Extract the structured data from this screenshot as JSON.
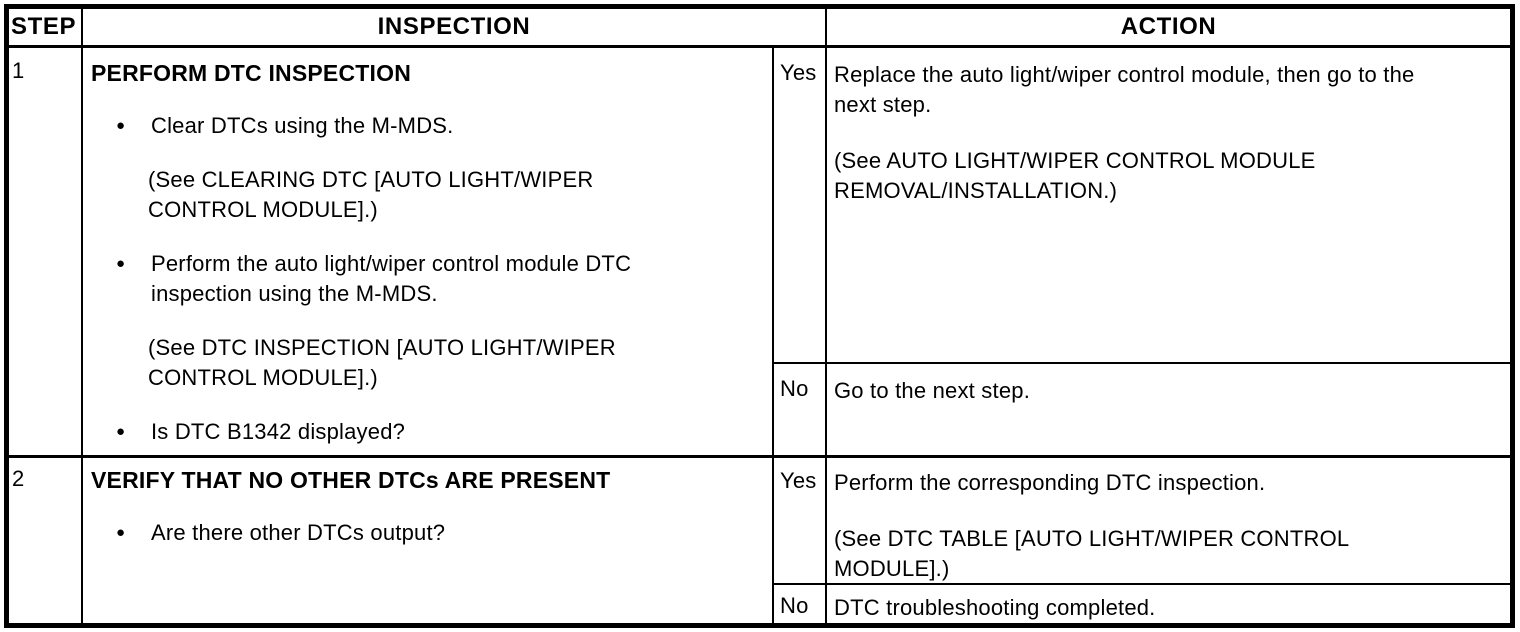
{
  "ui": {
    "bullet": "●"
  },
  "colors": {
    "text": "#000000",
    "background": "#ffffff",
    "border": "#000000"
  },
  "header": {
    "step": "STEP",
    "inspection": "INSPECTION",
    "action": "ACTION"
  },
  "rows": [
    {
      "step": "1",
      "inspection": {
        "title": "PERFORM DTC INSPECTION",
        "items": [
          {
            "type": "bullet",
            "text": "Clear DTCs using the M-MDS."
          },
          {
            "type": "note",
            "text": "(See CLEARING DTC [AUTO LIGHT/WIPER\nCONTROL MODULE].)"
          },
          {
            "type": "bullet",
            "text": "Perform the auto light/wiper control module DTC\ninspection using the M-MDS."
          },
          {
            "type": "note",
            "text": "(See DTC INSPECTION [AUTO LIGHT/WIPER\nCONTROL MODULE].)"
          },
          {
            "type": "bullet",
            "text": "Is DTC B1342 displayed?"
          }
        ]
      },
      "actions": [
        {
          "answer": "Yes",
          "paragraphs": [
            "Replace the auto light/wiper control module, then go to the\nnext step.",
            "(See AUTO LIGHT/WIPER CONTROL MODULE\nREMOVAL/INSTALLATION.)"
          ]
        },
        {
          "answer": "No",
          "paragraphs": [
            "Go to the next step."
          ]
        }
      ]
    },
    {
      "step": "2",
      "inspection": {
        "title": "VERIFY THAT NO OTHER DTCs ARE PRESENT",
        "items": [
          {
            "type": "bullet",
            "text": "Are there other DTCs output?"
          }
        ]
      },
      "actions": [
        {
          "answer": "Yes",
          "paragraphs": [
            "Perform the corresponding DTC inspection.",
            "(See DTC TABLE [AUTO LIGHT/WIPER CONTROL\nMODULE].)"
          ]
        },
        {
          "answer": "No",
          "paragraphs": [
            "DTC troubleshooting completed."
          ]
        }
      ]
    }
  ]
}
